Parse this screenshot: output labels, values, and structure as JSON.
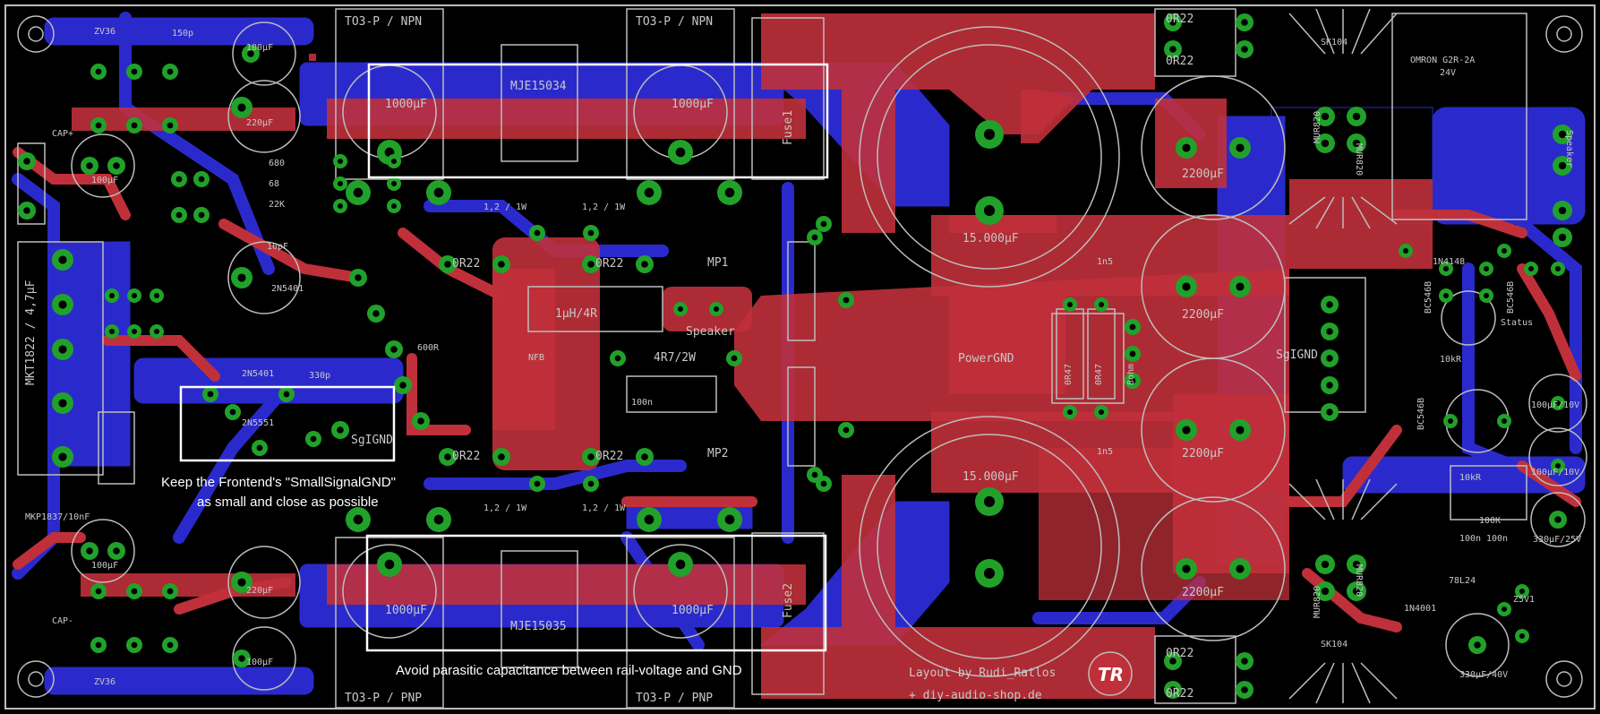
{
  "board": {
    "background": "#000000",
    "colors": {
      "top_copper": "#c0303a",
      "bottom_copper": "#2a2acc",
      "via_pad": "#21a12a",
      "silkscreen": "#c8c8c8",
      "annotation_box": "#ffffff"
    }
  },
  "annotations": {
    "frontend_note_line1": "Keep the Frontend's \"SmallSignalGND\"",
    "frontend_note_line2": "as small and close as possible",
    "rail_note": "Avoid parasitic capacitance between rail-voltage and GND"
  },
  "credits": {
    "line1": "Layout by Rudi_Ratlos",
    "line2": "+ diy-audio-shop.de",
    "logo_letters": "TR"
  },
  "labels": {
    "to3_npn": "TO3-P / NPN",
    "to3_pnp": "TO3-P / PNP",
    "mje_top": "MJE15034",
    "mje_bottom": "MJE15035",
    "cap_1000": "1000µF",
    "fuse1": "Fuse1",
    "fuse2": "Fuse2",
    "big_cap": "15.000µF",
    "cap_2200": "2200µF",
    "power_gnd": "PowerGND",
    "sig_gnd": "SgIGND",
    "sg_gnd_small": "SgIGND",
    "speaker": "Speaker",
    "inductor": "1µH/4R",
    "res_0r22": "0R22",
    "res_4r7": "4R7/2W",
    "mp1": "MP1",
    "mp2": "MP2",
    "res_1w": "1,2 / 1W",
    "relay": "OMRON G2R-2A",
    "relay_v": "24V",
    "sk104": "SK104",
    "mur820": "MUR820",
    "status": "Status",
    "d1n4148": "1N4148",
    "d1n4001": "1N4001",
    "reg": "78L24",
    "zener": "Z5V1",
    "mkt": "MKT1822 / 4,7µF",
    "mkp": "MKP1837/10nF",
    "cap_p": "CAP+",
    "cap_m": "CAP-",
    "zv36": "ZV36",
    "c150p": "150p",
    "c100u": "100µF",
    "c220u": "220µF",
    "c330p": "330p",
    "r600": "600R",
    "c100n": "100n",
    "c1n5": "1n5",
    "c10p": "10pF",
    "r68": "68",
    "r680": "680",
    "r22k": "22K",
    "bc546": "BC546B",
    "c100u10": "100µF/10V",
    "c330u25": "330µF/25V",
    "c330u40": "330µF/40V",
    "r10k": "10kR",
    "r100k": "100K",
    "nfb": "NFB",
    "n2n5401": "2N5401",
    "n2n5551": "2N5551",
    "r0r47": "0R47",
    "r8ohm": "8ohm"
  }
}
